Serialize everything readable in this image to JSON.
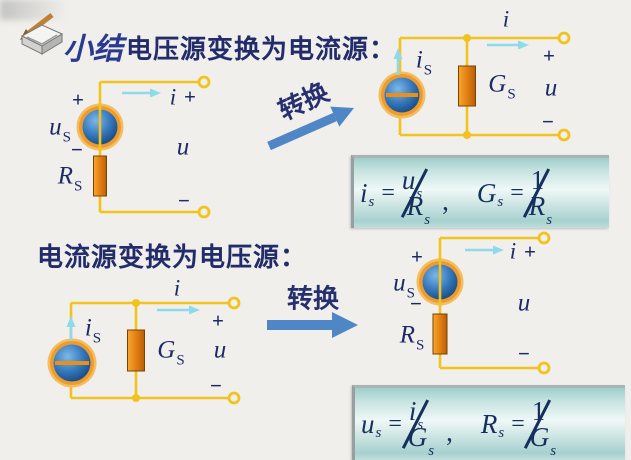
{
  "header": {
    "script_label": "小结",
    "title": "电压源变换为电流源："
  },
  "section_bottom": {
    "title": "电流源变换为电压源："
  },
  "arrows": {
    "top_transform_label": "转换",
    "bottom_transform_label": "转换"
  },
  "colors": {
    "background": "#f0efec",
    "wire_gold": "#f2c31d",
    "resistor_orange": "#e8871a",
    "source_blue": "#2a6cb0",
    "source_ring_orange": "#f0a23c",
    "current_arrow_cyan": "#8ed9ea",
    "transform_arrow_blue": "#4e86c6",
    "text_navy": "#1d2a66",
    "formula_box_teal": "#a6d1cf"
  },
  "circuit_top_left": {
    "type": "voltage-source-series-resistor",
    "source_plus": "+",
    "source_label": "u",
    "source_label_sub": "S",
    "source_minus": "−",
    "resistor_label": "R",
    "resistor_label_sub": "S",
    "current_label": "i",
    "port_plus": "+",
    "port_voltage": "u",
    "port_minus": "−"
  },
  "circuit_top_right": {
    "type": "current-source-parallel-conductance",
    "current_top_label": "i",
    "source_label": "i",
    "source_label_sub": "S",
    "conductance_label": "G",
    "conductance_label_sub": "S",
    "port_plus": "+",
    "port_voltage": "u",
    "port_minus": "−"
  },
  "circuit_bottom_left": {
    "type": "current-source-parallel-conductance",
    "current_top_label": "i",
    "source_label": "i",
    "source_label_sub": "S",
    "conductance_label": "G",
    "conductance_label_sub": "S",
    "port_plus": "+",
    "port_voltage": "u",
    "port_minus": "−"
  },
  "circuit_bottom_right": {
    "type": "voltage-source-series-resistor",
    "source_plus": "+",
    "source_label": "u",
    "source_label_sub": "S",
    "source_minus": "−",
    "resistor_label": "R",
    "resistor_label_sub": "S",
    "current_label": "i",
    "port_plus": "+",
    "port_voltage": "u",
    "port_minus": "−"
  },
  "formula_top": {
    "lhs": "i",
    "lhs_sub": "s",
    "equals": "=",
    "num": "u",
    "num_sub": "s",
    "den": "R",
    "den_sub": "s",
    "comma": ",",
    "lhs2": "G",
    "lhs2_sub": "s",
    "equals2": "=",
    "num2": "1",
    "den2": "R",
    "den2_sub": "s"
  },
  "formula_bottom": {
    "lhs": "u",
    "lhs_sub": "s",
    "equals": "=",
    "num": "i",
    "num_sub": "s",
    "den": "G",
    "den_sub": "s",
    "comma": ",",
    "lhs2": "R",
    "lhs2_sub": "s",
    "equals2": "=",
    "num2": "1",
    "den2": "G",
    "den2_sub": "s"
  }
}
